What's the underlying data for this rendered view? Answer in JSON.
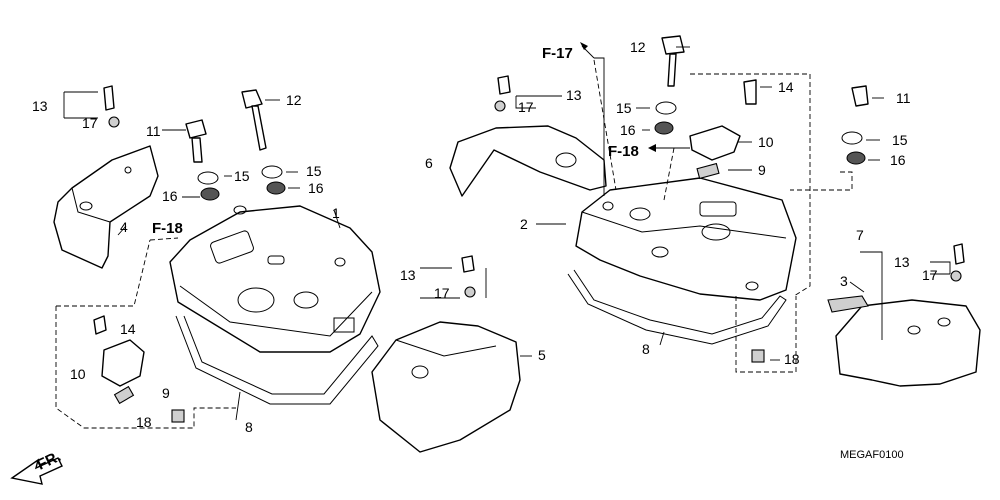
{
  "callouts": {
    "n1": "1",
    "n2": "2",
    "n3": "3",
    "n4": "4",
    "n5": "5",
    "n6": "6",
    "n7": "7",
    "n8": "8",
    "n9": "9",
    "n10": "10",
    "n11": "11",
    "n12": "12",
    "n13": "13",
    "n14": "14",
    "n15": "15",
    "n16": "16",
    "n17": "17",
    "n18": "18"
  },
  "refs": {
    "f17": "F-17",
    "f18": "F-18"
  },
  "direction": "FR.",
  "diagram_code": "MEGAF0100"
}
